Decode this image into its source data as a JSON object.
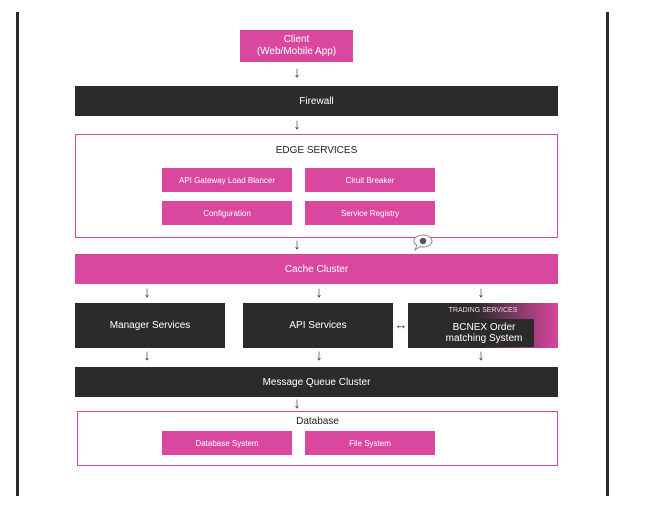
{
  "client": {
    "line1": "Client",
    "line2": "(Web/Mobile App)"
  },
  "firewall": {
    "label": "Firewall"
  },
  "edge": {
    "title": "EDGE SERVICES",
    "items": [
      "API Gateway Load Blancer",
      "Ciruit Breaker",
      "Configuration",
      "Service Registry"
    ]
  },
  "cache": {
    "label": "Cache Cluster"
  },
  "manager": {
    "label": "Manager Services"
  },
  "api": {
    "label": "API Services"
  },
  "trading": {
    "header": "TRADING SERVICES",
    "line1": "BCNEX Order",
    "line2": "matching System"
  },
  "bidirectional_arrow": "↔",
  "mq": {
    "label": "Message Queue Cluster"
  },
  "database": {
    "title": "Database",
    "items": [
      "Database System",
      "File System"
    ]
  },
  "colors": {
    "accent": "#d9479f",
    "dark": "#2b2b2b"
  },
  "icons": {
    "arrow": "↓",
    "chat": "chat-bubble-icon"
  }
}
